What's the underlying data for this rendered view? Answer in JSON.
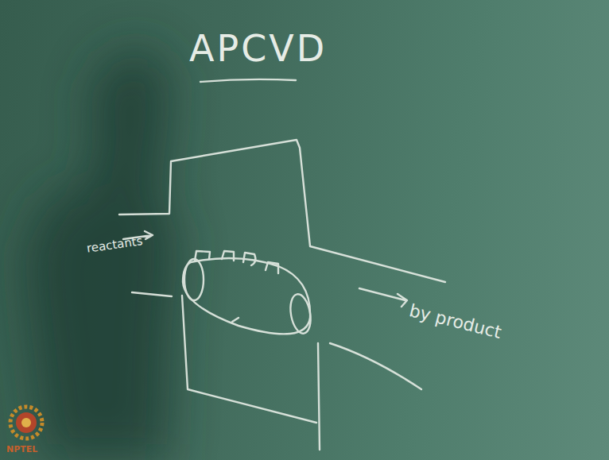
{
  "diagram": {
    "title": "APCVD",
    "labels": [
      "reactants",
      "by product",
      "NPTEL"
    ]
  }
}
